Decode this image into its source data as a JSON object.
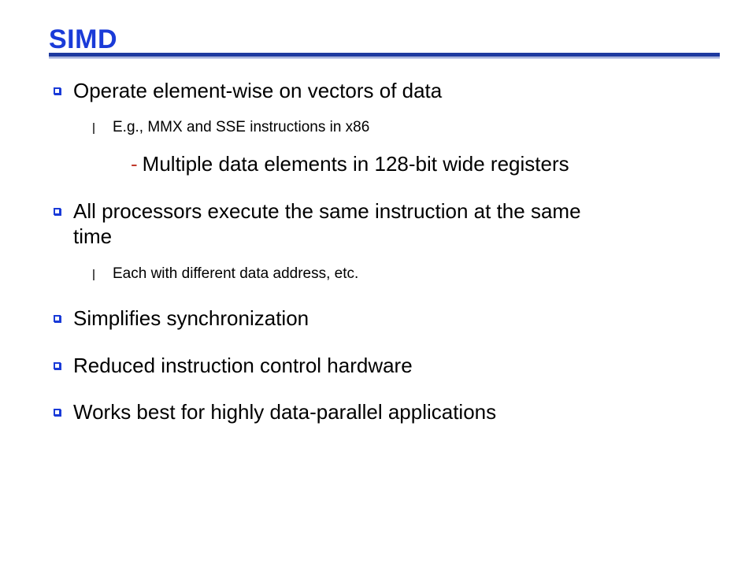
{
  "slide": {
    "title": "SIMD",
    "accent_color": "#1a3bd8",
    "rule_color": "#1e3aa0",
    "bullets": [
      {
        "text": "Operate element-wise on vectors of data",
        "sub": [
          {
            "text": "E.g., MMX and SSE instructions in x86",
            "sub": [
              {
                "marker": "-",
                "text": "Multiple data elements in 128-bit wide registers"
              }
            ]
          }
        ]
      },
      {
        "text_line1": "All processors execute the same instruction at the same",
        "text_line2": "time",
        "sub": [
          {
            "text": "Each with different data address, etc."
          }
        ]
      },
      {
        "text": "Simplifies synchronization"
      },
      {
        "text": "Reduced instruction control hardware"
      },
      {
        "text": "Works best for highly data-parallel applications"
      }
    ]
  }
}
